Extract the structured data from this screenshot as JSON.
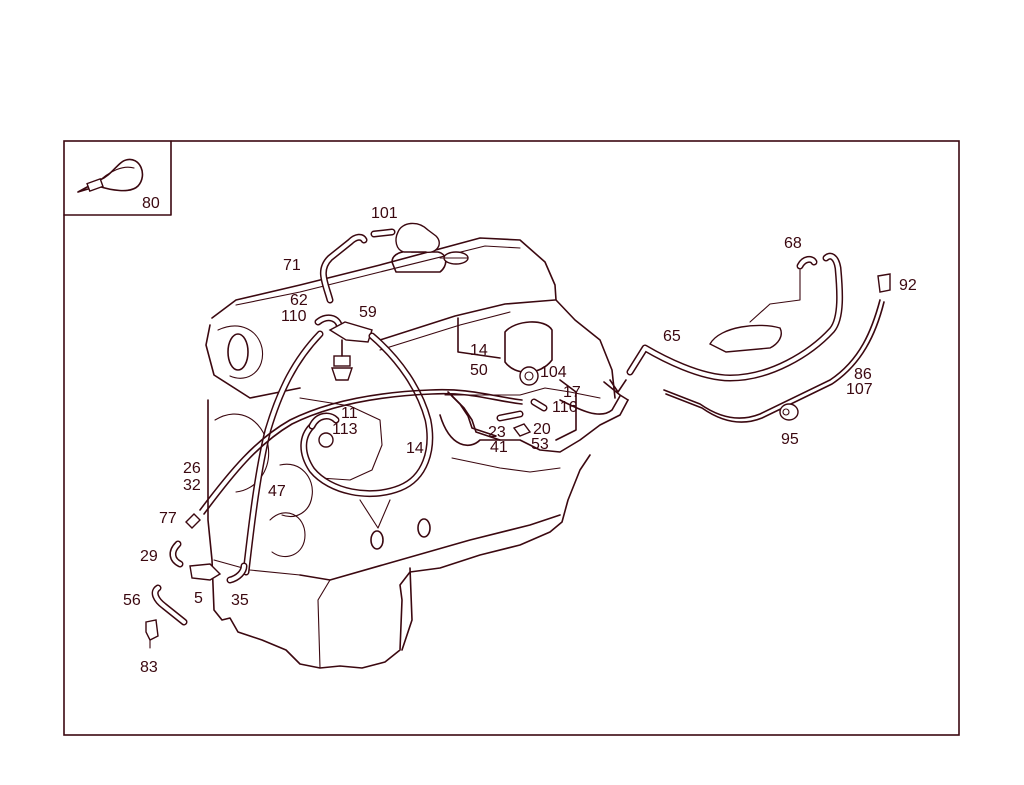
{
  "diagram": {
    "line_color": "#3b0810",
    "background": "#ffffff",
    "inset_label": "80",
    "callouts": [
      "101",
      "71",
      "62",
      "110",
      "59",
      "68",
      "92",
      "65",
      "14",
      "50",
      "104",
      "17",
      "116",
      "86",
      "107",
      "95",
      "11",
      "113",
      "23",
      "20",
      "41",
      "53",
      "14",
      "26",
      "32",
      "47",
      "77",
      "29",
      "5",
      "35",
      "56",
      "83"
    ]
  }
}
